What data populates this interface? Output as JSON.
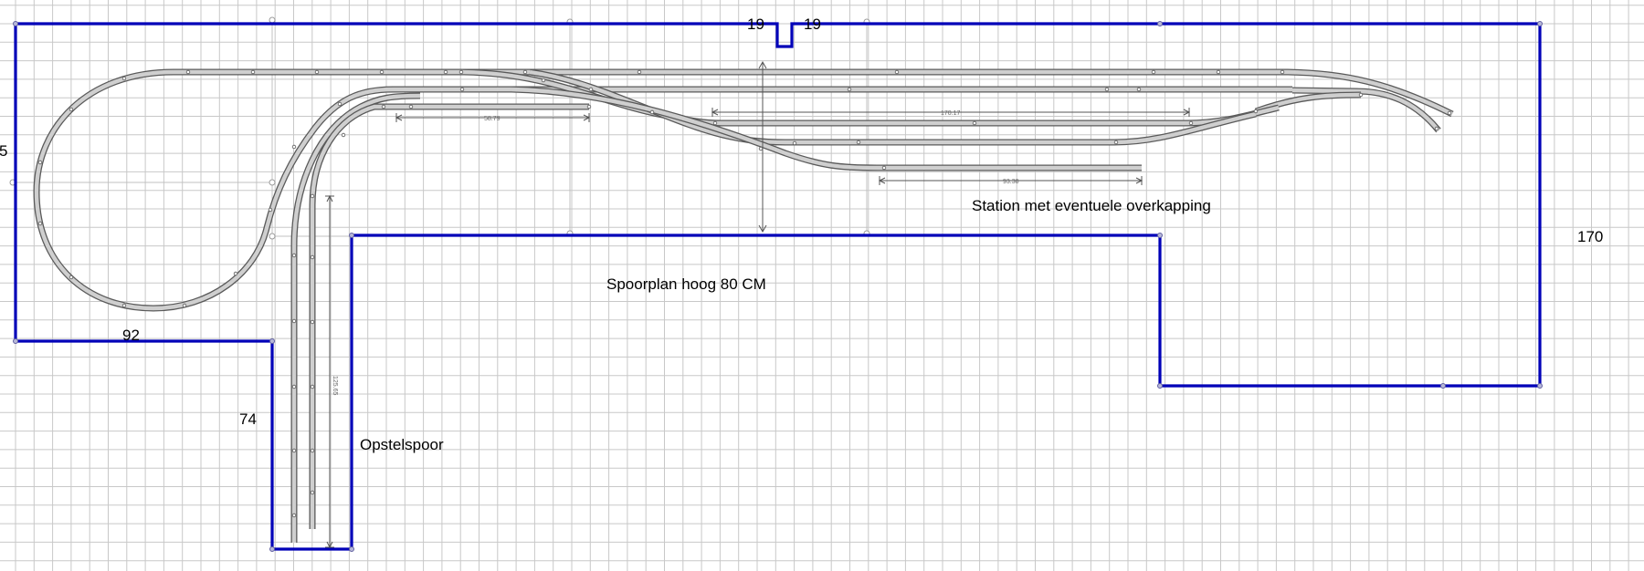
{
  "labels": {
    "station": "Station met eventuele overkapping",
    "plan_height": "Spoorplan hoog 80 CM",
    "storage": "Opstelspoor"
  },
  "dimensions": {
    "left_edge": "5",
    "notch_left": "19",
    "notch_right": "19",
    "right_edge": "170",
    "bottom_left": "92",
    "leg_height": "74"
  },
  "track_measurements": {
    "upper_siding": "58.79",
    "station_long": "170.17",
    "station_short": "93.38",
    "storage_track": "125.65"
  },
  "colors": {
    "outline": "#0000b8",
    "track_rail": "#5a5a5a",
    "track_bed": "#cfcfcf",
    "grid": "#c8c8c8"
  }
}
